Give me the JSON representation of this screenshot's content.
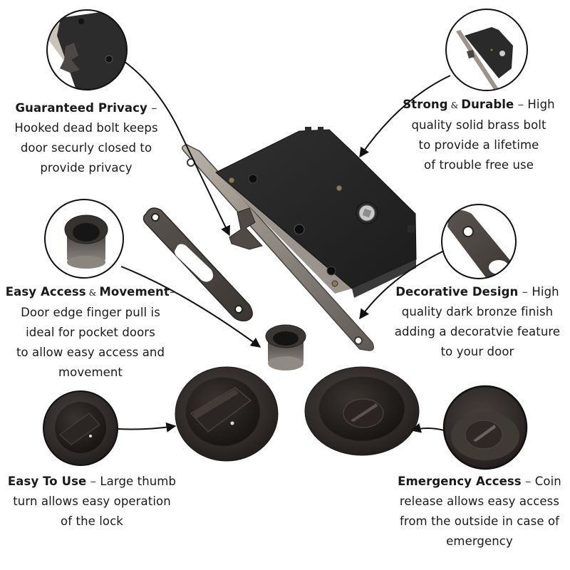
{
  "colors": {
    "background": "#ffffff",
    "text": "#1a1a1a",
    "callout_line": "#111111",
    "bronze_dark": "#2e2a28",
    "bronze_mid": "#4a4441",
    "lock_body": "#262626",
    "faceplate": "#8a847c"
  },
  "callouts": [
    {
      "id": "guaranteed-privacy",
      "title": "Guaranteed Privacy",
      "separator": " – ",
      "lines": [
        "Hooked dead bolt keeps",
        "door securly closed to",
        "provide privacy"
      ],
      "icon": "hook-bolt-detail-icon"
    },
    {
      "id": "strong-durable",
      "title_part1": "Strong",
      "amp": " & ",
      "title_part2": "Durable",
      "separator": " – ",
      "first_line_tail": "High",
      "lines": [
        "quality solid brass bolt",
        "to provide a lifetime",
        "of trouble free use"
      ],
      "icon": "mortise-lock-thumbnail-icon"
    },
    {
      "id": "easy-access-movement",
      "title_part1": "Easy Access",
      "amp": " & ",
      "title_part2": "Movement",
      "separator": "–",
      "lines": [
        "Door edge finger pull is",
        "ideal for pocket doors",
        "to allow easy access and",
        "movement"
      ],
      "icon": "finger-pull-cup-icon"
    },
    {
      "id": "decorative-design",
      "title": "Decorative Design",
      "separator": " – ",
      "first_line_tail": "High",
      "lines": [
        "quality dark bronze finish",
        "adding a decoratvie feature",
        "to your door"
      ],
      "icon": "strike-plate-detail-icon"
    },
    {
      "id": "easy-to-use",
      "title": "Easy To Use",
      "separator": " – ",
      "first_line_tail": "Large thumb",
      "lines": [
        "turn allows easy operation",
        "of the lock"
      ],
      "icon": "thumb-turn-detail-icon"
    },
    {
      "id": "emergency-access",
      "title": "Emergency Access",
      "separator": " – ",
      "first_line_tail": "Coin",
      "lines": [
        "release allows easy access",
        "from the outside in case of",
        "emergency"
      ],
      "icon": "coin-release-detail-icon"
    }
  ]
}
